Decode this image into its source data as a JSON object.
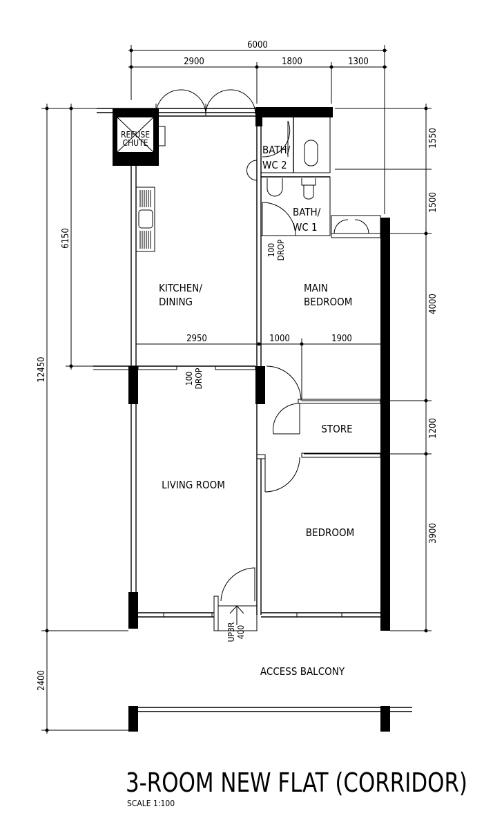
{
  "title": "3-ROOM NEW FLAT (CORRIDOR)",
  "scale": "SCALE   1:100",
  "dimensions": {
    "top_total": "6000",
    "top_parts": [
      "2900",
      "1800",
      "1300"
    ],
    "right": [
      "1550",
      "1500",
      "4000",
      "1200",
      "3900"
    ],
    "left_total": "12450",
    "left_upper": "6150",
    "left_balcony": "2400",
    "inner": [
      "2950",
      "1000",
      "1900"
    ]
  },
  "rooms": {
    "refuse_chute": [
      "REFUSE",
      "CHUTE"
    ],
    "bath2": [
      "BATH/",
      "WC  2"
    ],
    "bath1": [
      "BATH/",
      "WC  1"
    ],
    "kitchen": [
      "KITCHEN/",
      "DINING"
    ],
    "main_bedroom": [
      "MAIN",
      "BEDROOM"
    ],
    "store": "STORE",
    "living": "LIVING  ROOM",
    "bedroom": "BEDROOM",
    "balcony": "ACCESS   BALCONY"
  },
  "annotations": {
    "drop1": [
      "100",
      "DROP"
    ],
    "drop2": [
      "100",
      "DROP"
    ],
    "stair": [
      "UP3R",
      "400"
    ]
  }
}
